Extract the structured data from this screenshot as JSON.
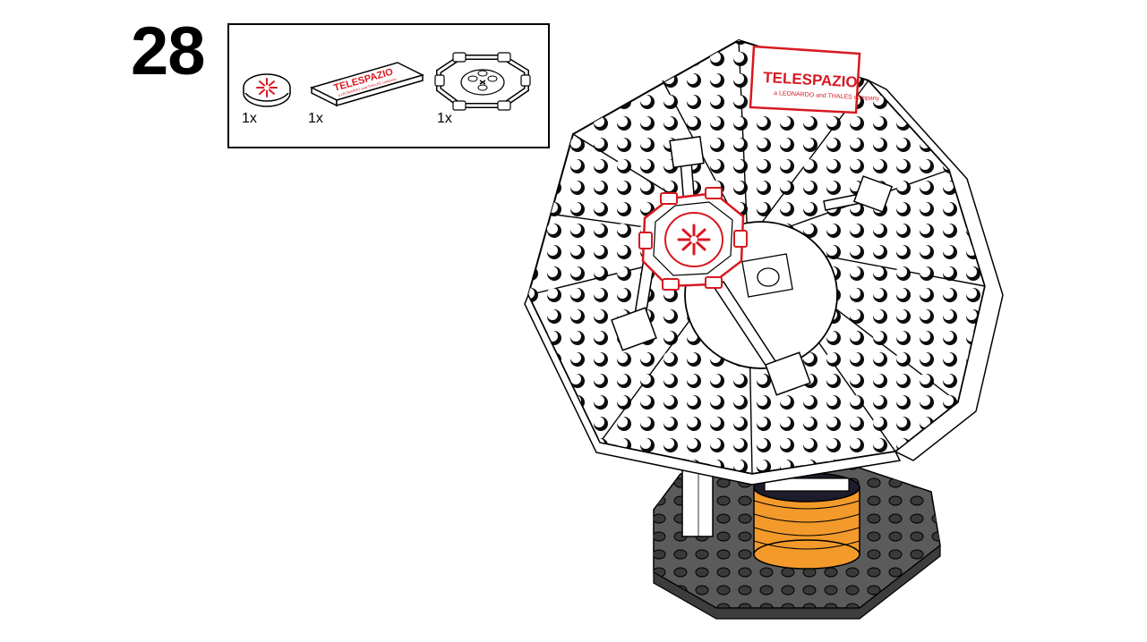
{
  "step": {
    "number": "28"
  },
  "parts_list": {
    "items": [
      {
        "name": "round-tile-printed-logo",
        "quantity": "1x"
      },
      {
        "name": "tile-printed-telespazio",
        "quantity": "1x"
      },
      {
        "name": "octagonal-bar-frame",
        "quantity": "1x"
      }
    ]
  },
  "print": {
    "brand": "TELESPAZIO",
    "tagline": "a LEONARDO and THALES company"
  },
  "colors": {
    "highlight": "#d71920",
    "orange": "#f39a2b",
    "dark_gray": "#5b5b5b",
    "outline": "#000000"
  }
}
